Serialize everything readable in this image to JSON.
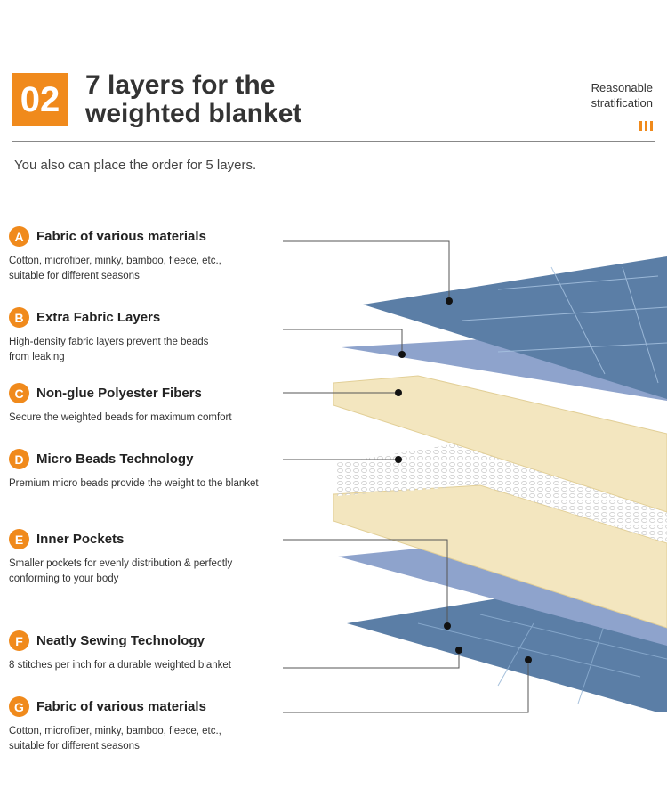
{
  "header": {
    "number": "02",
    "title_line1": "7 layers for the",
    "title_line2": "weighted blanket",
    "side_line1": "Reasonable",
    "side_line2": "stratification",
    "subtitle": "You also can place the order for 5 layers."
  },
  "colors": {
    "accent": "#f08a1c",
    "outer_fabric": "#5b7ea6",
    "inner_fabric": "#8ea3cc",
    "fiber": "#f3e6bf"
  },
  "layers": [
    {
      "badge": "A",
      "title": "Fabric of various materials",
      "desc": "Cotton, microfiber, minky, bamboo, fleece, etc., suitable for different seasons"
    },
    {
      "badge": "B",
      "title": "Extra Fabric Layers",
      "desc": "High-density fabric layers prevent the beads from leaking"
    },
    {
      "badge": "C",
      "title": "Non-glue Polyester Fibers",
      "desc": "Secure the weighted beads for maximum comfort"
    },
    {
      "badge": "D",
      "title": "Micro Beads Technology",
      "desc": "Premium micro beads provide the weight to the blanket"
    },
    {
      "badge": "E",
      "title": "Inner Pockets",
      "desc": "Smaller pockets for evenly distribution & perfectly conforming to your body"
    },
    {
      "badge": "F",
      "title": "Neatly Sewing Technology",
      "desc": "8 stitches per inch for a durable weighted blanket"
    },
    {
      "badge": "G",
      "title": "Fabric of various materials",
      "desc": "Cotton, microfiber, minky, bamboo, fleece, etc., suitable for different seasons"
    }
  ]
}
